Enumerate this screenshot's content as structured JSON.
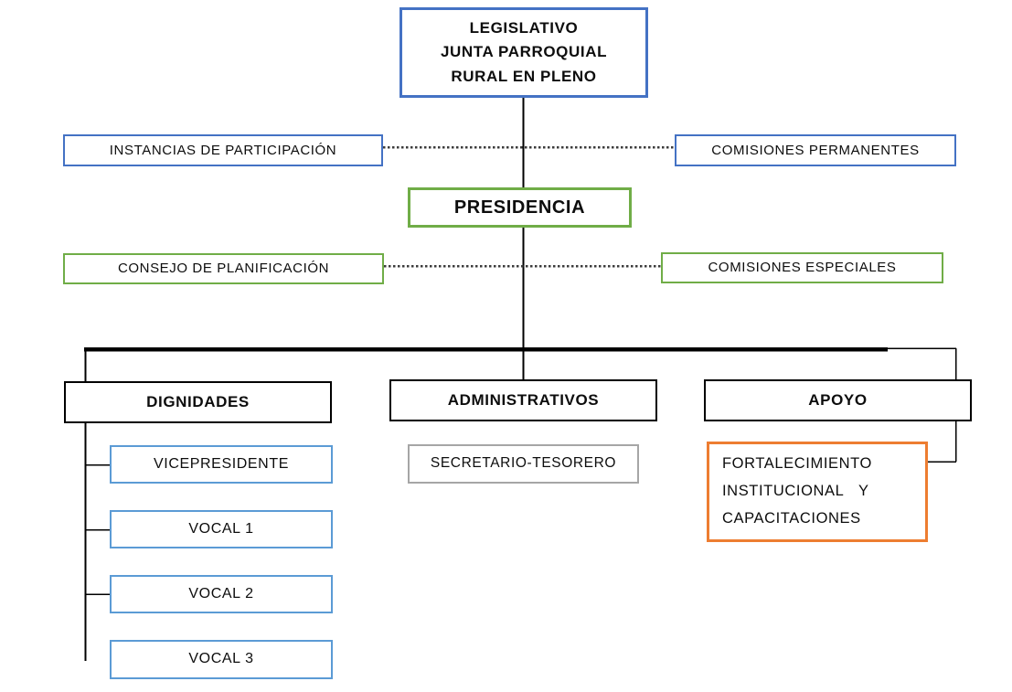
{
  "colors": {
    "blue": "#4472C4",
    "green": "#70AD47",
    "lightblue": "#5B9BD5",
    "orange": "#ED7D31",
    "gray": "#A6A6A6",
    "black": "#000000",
    "dotted_line": "#3b3b3b",
    "solid_line": "#000000"
  },
  "org_chart": {
    "root": {
      "label": "LEGISLATIVO\nJUNTA PARROQUIAL\nRURAL EN PLENO"
    },
    "instancias_participacion": {
      "label": "INSTANCIAS DE PARTICIPACIÓN"
    },
    "comisiones_permanentes": {
      "label": "COMISIONES PERMANENTES"
    },
    "presidencia": {
      "label": "PRESIDENCIA"
    },
    "consejo_planificacion": {
      "label": "CONSEJO DE PLANIFICACIÓN"
    },
    "comisiones_especiales": {
      "label": "COMISIONES ESPECIALES"
    },
    "dignidades": {
      "label": "DIGNIDADES"
    },
    "administrativos": {
      "label": "ADMINISTRATIVOS"
    },
    "apoyo": {
      "label": "APOYO"
    },
    "vicepresidente": {
      "label": "VICEPRESIDENTE"
    },
    "vocal_1": {
      "label": "VOCAL 1"
    },
    "vocal_2": {
      "label": "VOCAL 2"
    },
    "vocal_3": {
      "label": "VOCAL 3"
    },
    "secretario_tesorero": {
      "label": "SECRETARIO-TESORERO"
    },
    "fortalecimiento": {
      "label": "FORTALECIMIENTO\nINSTITUCIONAL   Y\nCAPACITACIONES"
    }
  }
}
